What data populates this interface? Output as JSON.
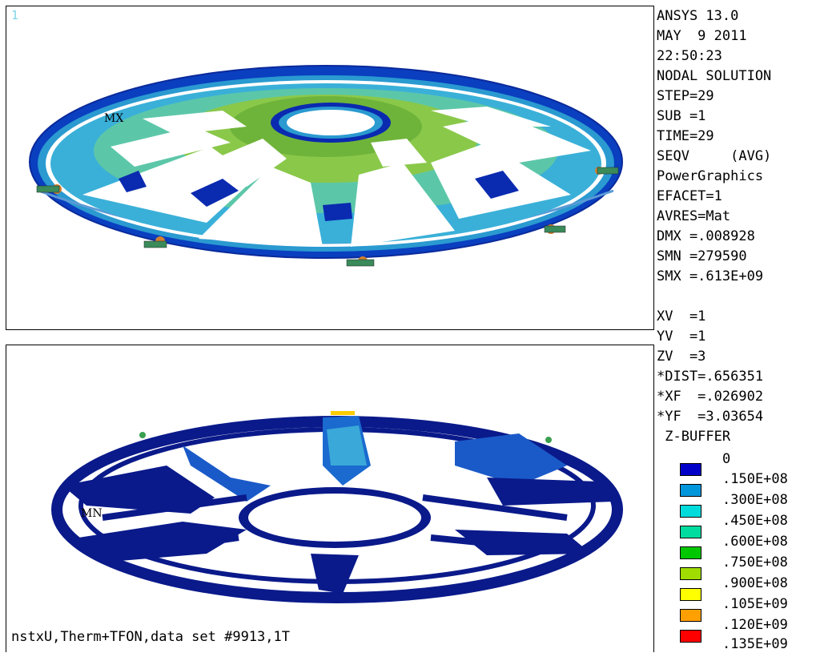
{
  "viewport_top": {
    "window_number": "1",
    "max_label": "MX"
  },
  "viewport_bottom": {
    "min_label": "MN",
    "footer": "nstxU,Therm+TFON,data set #9913,1T"
  },
  "info": {
    "lines": [
      "ANSYS 13.0",
      "MAY  9 2011",
      "22:50:23",
      "NODAL SOLUTION",
      "STEP=29",
      "SUB =1",
      "TIME=29",
      "SEQV     (AVG)",
      "PowerGraphics",
      "EFACET=1",
      "AVRES=Mat",
      "DMX =.008928",
      "SMN =279590",
      "SMX =.613E+09",
      "",
      "XV  =1",
      "YV  =1",
      "ZV  =3",
      "*DIST=.656351",
      "*XF  =.026902",
      "*YF  =3.03654",
      " Z-BUFFER"
    ]
  },
  "legend": {
    "zero_label": "0",
    "entries": [
      {
        "value": ".150E+08",
        "color": "#0000c8"
      },
      {
        "value": ".300E+08",
        "color": "#0096dc"
      },
      {
        "value": ".450E+08",
        "color": "#00dcdc"
      },
      {
        "value": ".600E+08",
        "color": "#00dca0"
      },
      {
        "value": ".750E+08",
        "color": "#00c800"
      },
      {
        "value": ".900E+08",
        "color": "#a0dc00"
      },
      {
        "value": ".105E+09",
        "color": "#ffff00"
      },
      {
        "value": ".120E+09",
        "color": "#ffa000"
      },
      {
        "value": ".135E+09",
        "color": "#ff0000"
      }
    ]
  }
}
